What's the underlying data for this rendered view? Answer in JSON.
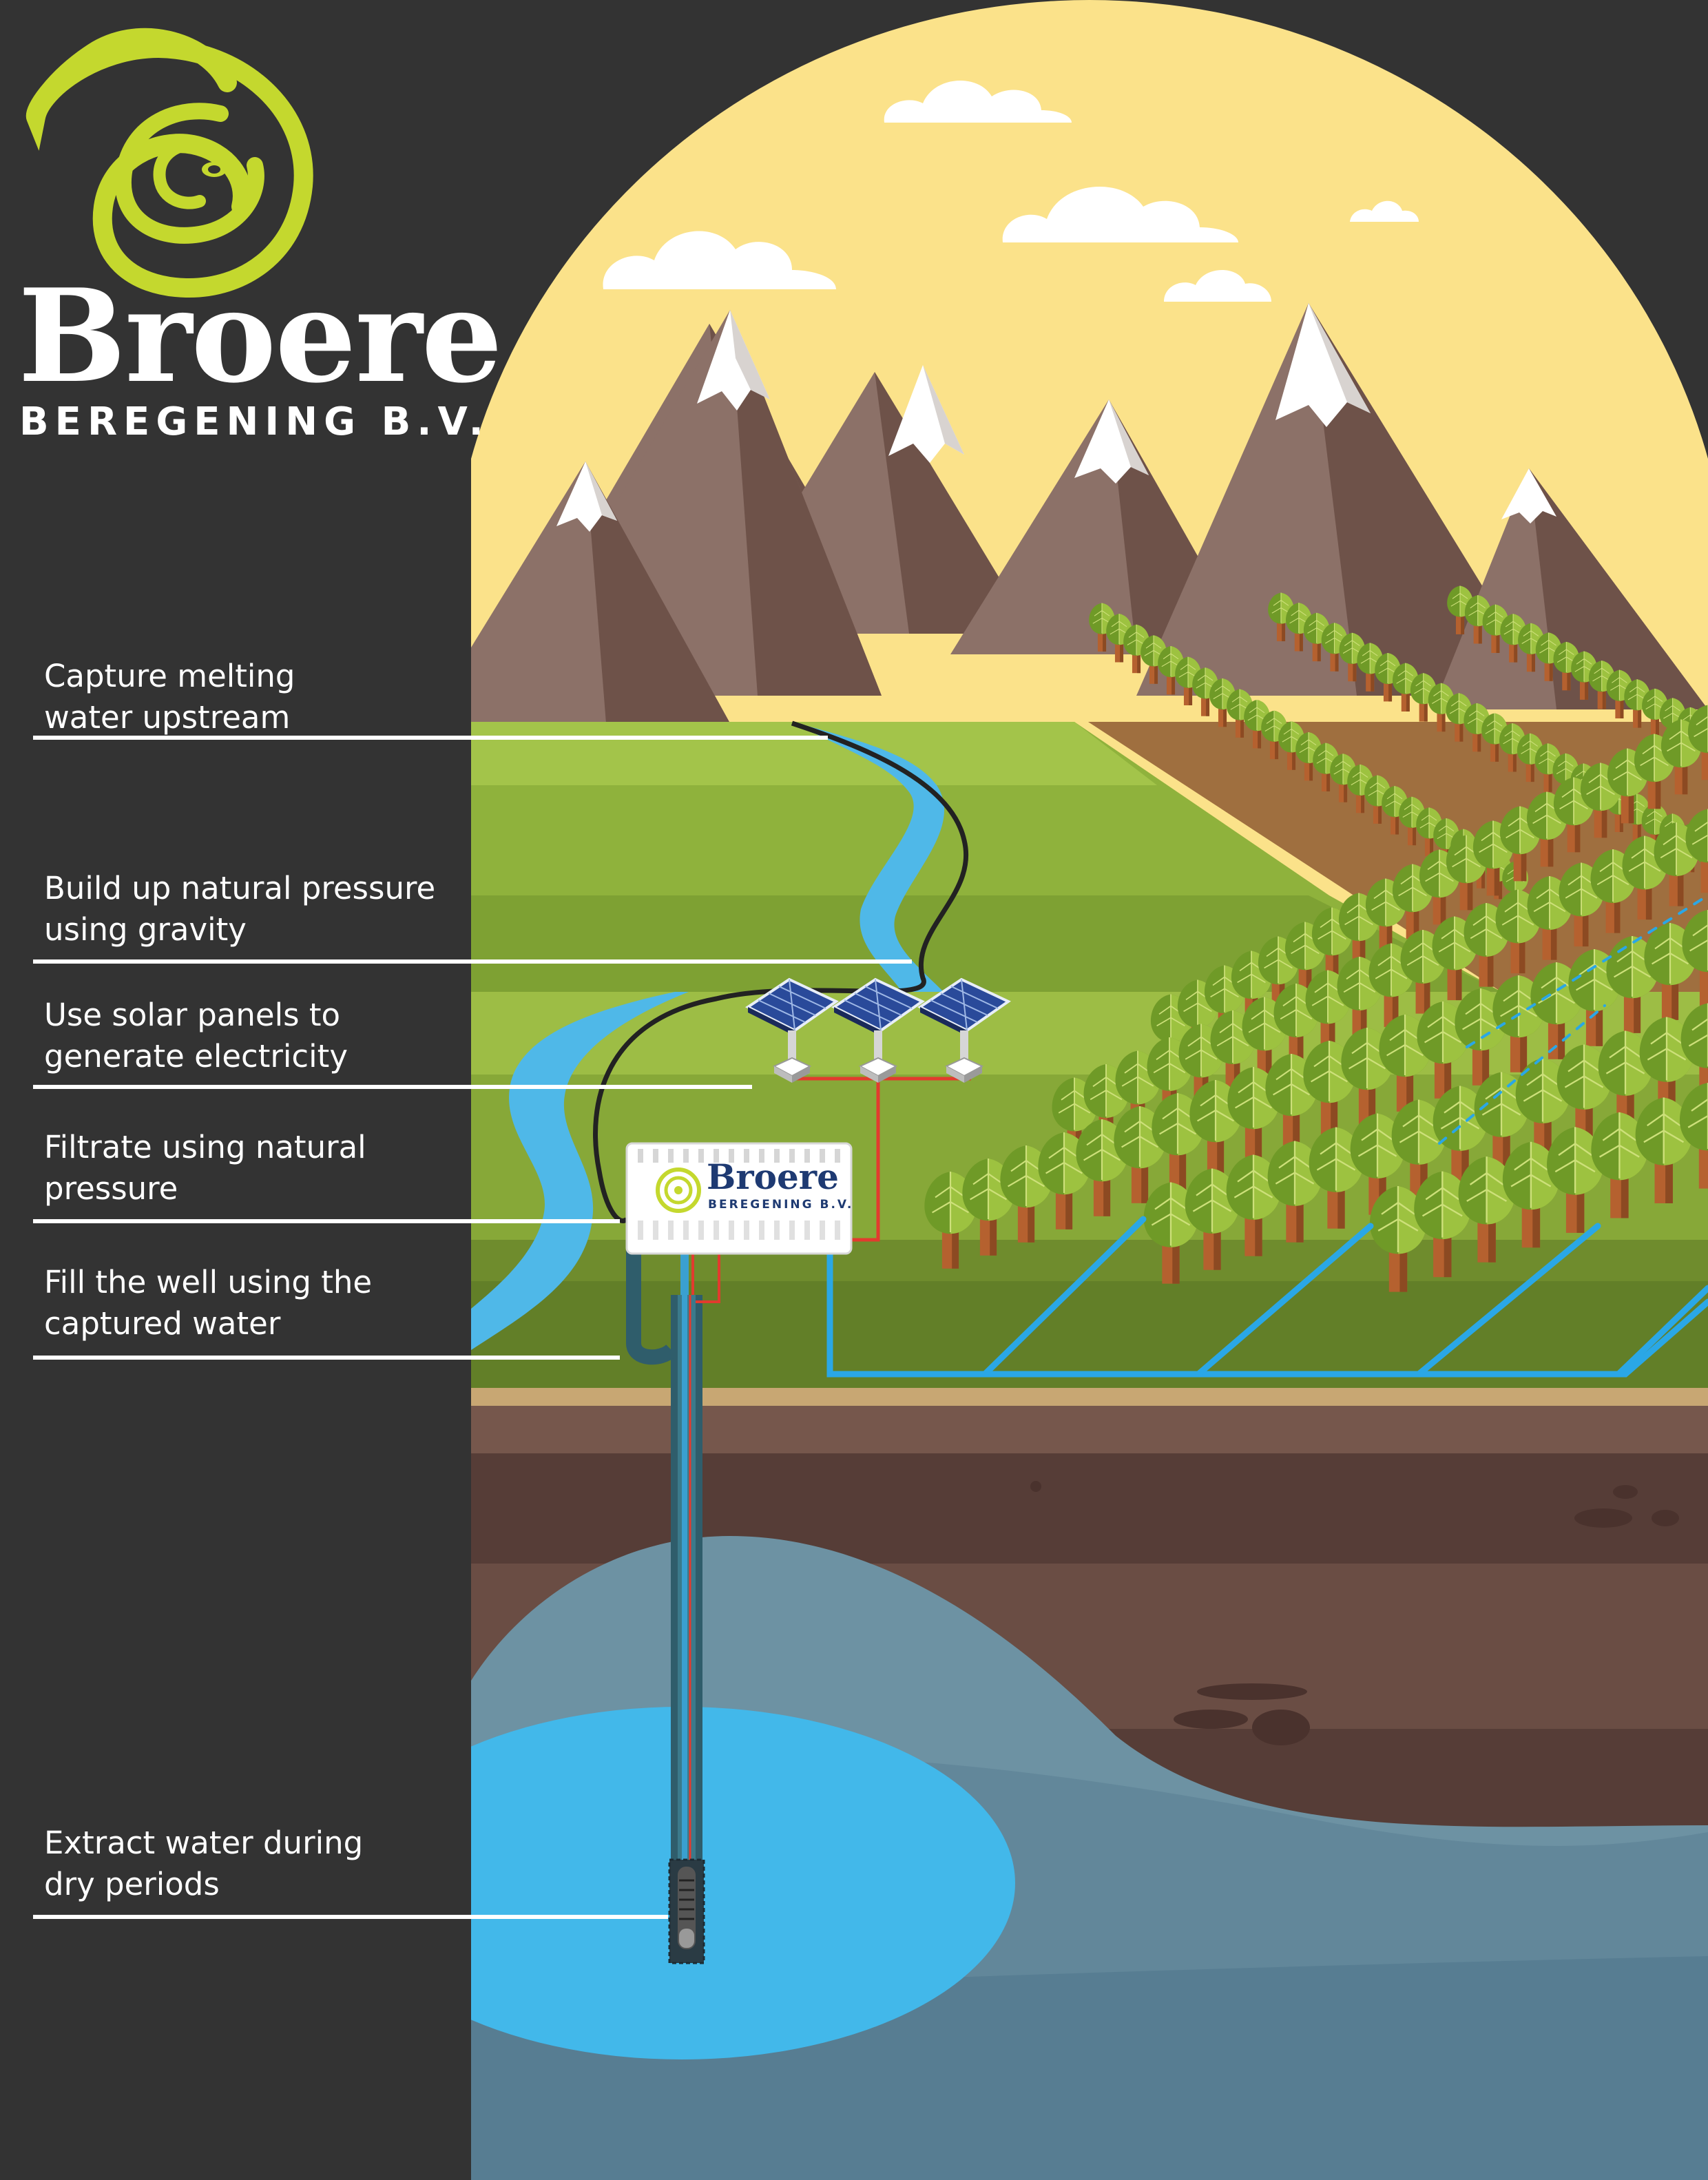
{
  "brand": {
    "name": "Broere",
    "subtitle": "BEREGENING B.V."
  },
  "control_box": {
    "name": "Broere",
    "subtitle": "BEREGENING B.V."
  },
  "steps": [
    {
      "lines": [
        "Capture melting",
        "water upstream"
      ]
    },
    {
      "lines": [
        "Build up natural pressure",
        "using gravity"
      ]
    },
    {
      "lines": [
        "Use solar panels to",
        "generate electricity"
      ]
    },
    {
      "lines": [
        "Filtrate using natural",
        "pressure"
      ]
    },
    {
      "lines": [
        "Fill the well using the",
        "captured water"
      ]
    },
    {
      "lines": [
        "Extract water during",
        "dry periods"
      ]
    }
  ],
  "colors": {
    "sidebar": "#333333",
    "brand_green": "#c4d82e",
    "sky": "#fbe28a",
    "mountain": "#8c7168",
    "mountain_shadow": "#6e5249",
    "grass": "#8fb23c",
    "river": "#4fb8e8",
    "pipe": "#2aa7e6",
    "soil": "#6c4f45",
    "aquifer": "#42b8ea",
    "groundwater": "#5f8ea4"
  },
  "icons": [
    "spiral-logo-icon",
    "solar-panel-icon",
    "tree-icon",
    "pump-icon"
  ]
}
